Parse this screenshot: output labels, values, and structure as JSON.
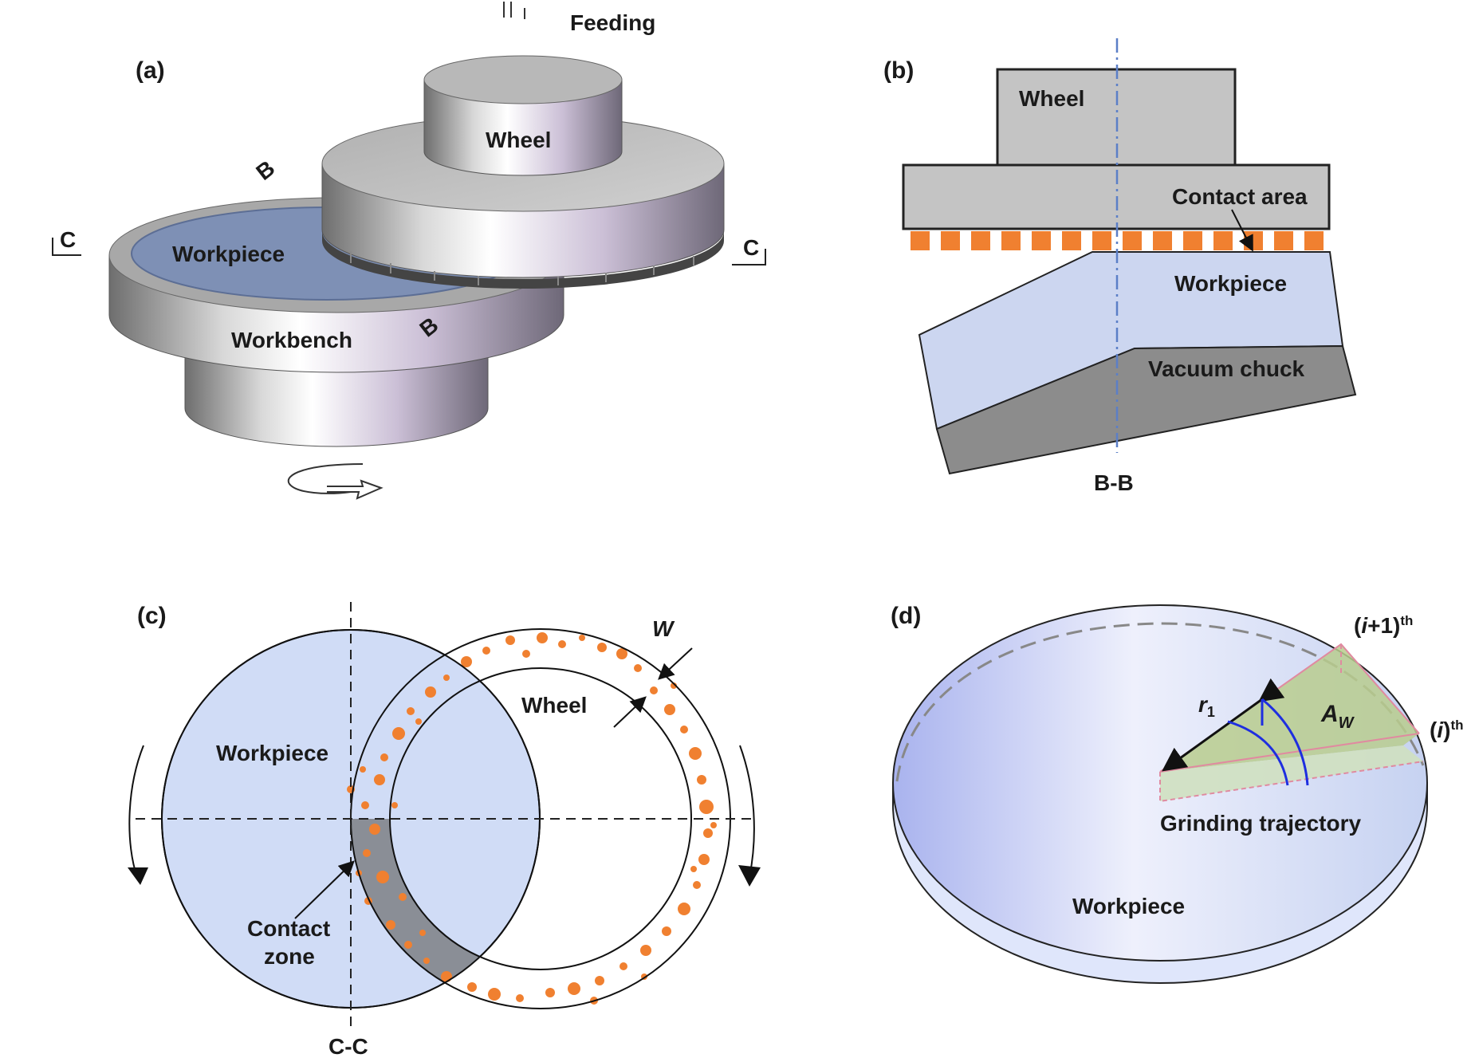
{
  "panel_a": {
    "panel_label": "(a)",
    "feeding": "Feeding",
    "wheel": "Wheel",
    "workpiece": "Workpiece",
    "workbench": "Workbench",
    "section_b": "B",
    "section_c": "C"
  },
  "panel_b": {
    "panel_label": "(b)",
    "wheel": "Wheel",
    "contact_area": "Contact area",
    "workpiece": "Workpiece",
    "vacuum_chuck": "Vacuum chuck",
    "section": "B-B"
  },
  "panel_c": {
    "panel_label": "(c)",
    "workpiece": "Workpiece",
    "wheel": "Wheel",
    "width": "W",
    "contact_line1": "Contact",
    "contact_line2": "zone",
    "section": "C-C"
  },
  "panel_d": {
    "panel_label": "(d)",
    "traj_next_base": "(i+1)",
    "traj_next_i": "i",
    "traj_next_sup": "th",
    "traj_cur_i": "i",
    "traj_sup": "th",
    "radius_sym": "r",
    "radius_sub": "1",
    "area_sym": "A",
    "area_sub": "W",
    "grinding_trajectory": "Grinding trajectory",
    "workpiece": "Workpiece"
  },
  "colors": {
    "workpiece_blue": "#ccd6f2",
    "abrasive_orange": "#f08030",
    "wheel_grey": "#c4c4c4",
    "chuck_grey": "#8c8c8c",
    "axis_blue": "#5b7fc7",
    "trajectory_green": "#b8cc8e"
  }
}
